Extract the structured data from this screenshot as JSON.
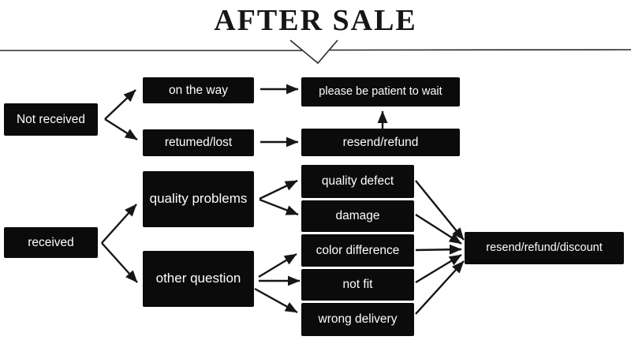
{
  "title": "AFTER SALE",
  "nodes": {
    "not_received": "Not received",
    "on_the_way": "on the way",
    "returned_lost": "retumed/lost",
    "please_wait": "please be patient to wait",
    "resend_refund": "resend/refund",
    "received": "received",
    "quality_problems": "quality problems",
    "other_question": "other question",
    "quality_defect": "quality defect",
    "damage": "damage",
    "color_difference": "color difference",
    "not_fit": "not fit",
    "wrong_delivery": "wrong delivery",
    "resend_refund_discount": "resend/refund/discount"
  },
  "colors": {
    "box_bg": "#0b0b0b",
    "box_text": "#ffffff",
    "line": "#161616",
    "background": "#ffffff"
  }
}
